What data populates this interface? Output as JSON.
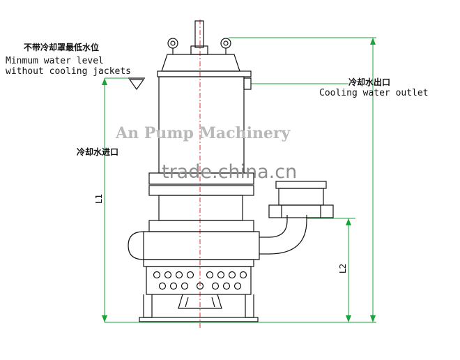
{
  "labels": {
    "min_level_cn": "不带冷却罩最低水位",
    "min_level_line1": "Minmum water level",
    "min_level_line2": "without cooling jackets",
    "outlet_cn": "冷却水出口",
    "outlet_en": "Cooling water outlet",
    "inlet_cn": "冷却水进口"
  },
  "dimensions": {
    "l1": "L1",
    "l2": "L2"
  },
  "watermarks": {
    "company": "An Pump Machinery",
    "site": "trade.china.cn"
  },
  "colors": {
    "line": "#111111",
    "dimension": "#19a33a",
    "centerline": "#e0312f",
    "watermark": "#b8b8b8"
  }
}
